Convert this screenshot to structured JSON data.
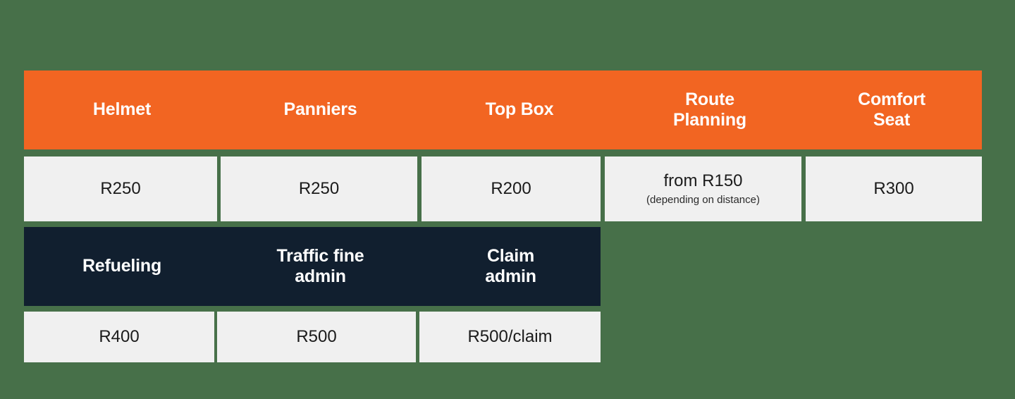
{
  "page": {
    "background_color": "#477049",
    "title": "Motorcycle extras price table"
  },
  "colors": {
    "header_orange": "#F26522",
    "header_dark": "#111F2F",
    "cell_background": "#F0F0F0",
    "page_green": "#477049",
    "header_text": "#FFFFFF",
    "cell_text": "#1B1B1B"
  },
  "tables": [
    {
      "id": "extras-table",
      "header_style": "orange",
      "columns": [
        {
          "header": "Helmet",
          "header_lines": [
            "Helmet"
          ],
          "value": "R250",
          "note": ""
        },
        {
          "header": "Panniers",
          "header_lines": [
            "Panniers"
          ],
          "value": "R250",
          "note": ""
        },
        {
          "header": "Top Box",
          "header_lines": [
            "Top Box"
          ],
          "value": "R200",
          "note": ""
        },
        {
          "header": "Route Planning",
          "header_lines": [
            "Route",
            "Planning"
          ],
          "value": "from R150",
          "note": "(depending on distance)"
        },
        {
          "header": "Comfort Seat",
          "header_lines": [
            "Comfort",
            "Seat"
          ],
          "value": "R300",
          "note": ""
        }
      ]
    },
    {
      "id": "services-table",
      "header_style": "dark",
      "columns": [
        {
          "header": "Refueling",
          "header_lines": [
            "Refueling"
          ],
          "value": "R400",
          "note": ""
        },
        {
          "header": "Traffic fine admin",
          "header_lines": [
            "Traffic fine",
            "admin"
          ],
          "value": "R500",
          "note": ""
        },
        {
          "header": "Claim admin",
          "header_lines": [
            "Claim",
            "admin"
          ],
          "value": "R500/claim",
          "note": ""
        }
      ]
    }
  ]
}
